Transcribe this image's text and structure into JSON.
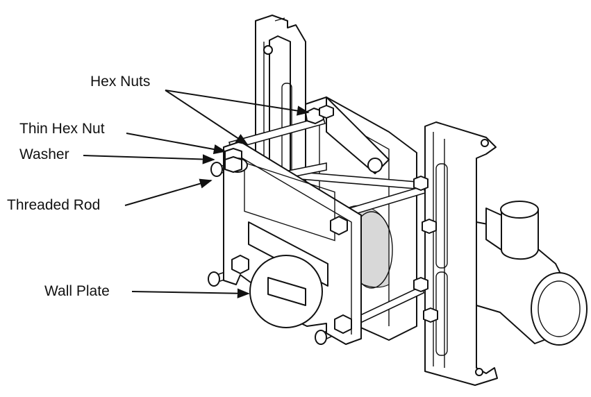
{
  "labels": {
    "hex_nuts": "Hex Nuts",
    "thin_hex_nut": "Thin Hex Nut",
    "washer": "Washer",
    "threaded_rod": "Threaded Rod",
    "wall_plate": "Wall Plate"
  },
  "colors": {
    "line": "#111111",
    "background": "#ffffff"
  }
}
